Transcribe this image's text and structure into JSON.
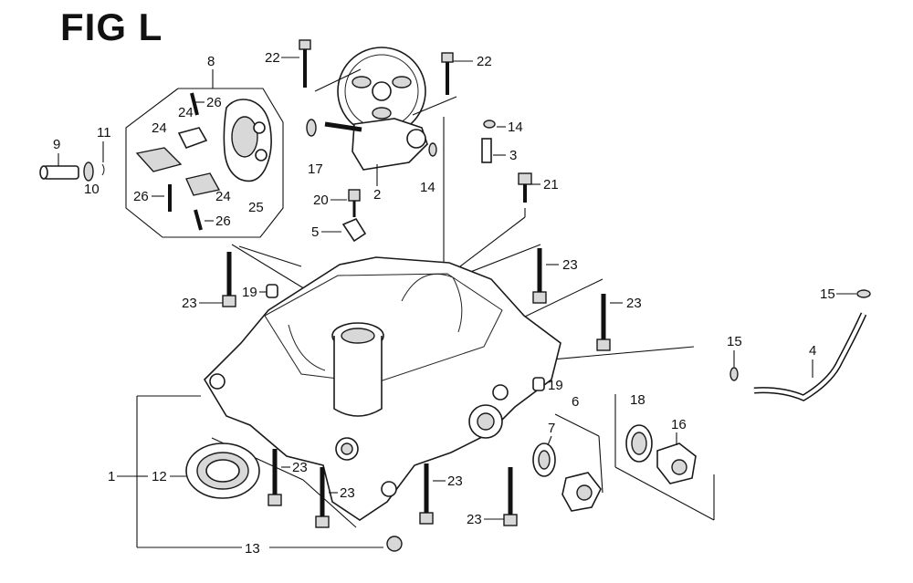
{
  "figure": {
    "title": "FIG L"
  },
  "callouts": [
    "1",
    "2",
    "3",
    "4",
    "5",
    "6",
    "7",
    "8",
    "9",
    "10",
    "11",
    "12",
    "13",
    "14",
    "15",
    "16",
    "17",
    "18",
    "19",
    "20",
    "21",
    "22",
    "23",
    "24",
    "25",
    "26"
  ]
}
